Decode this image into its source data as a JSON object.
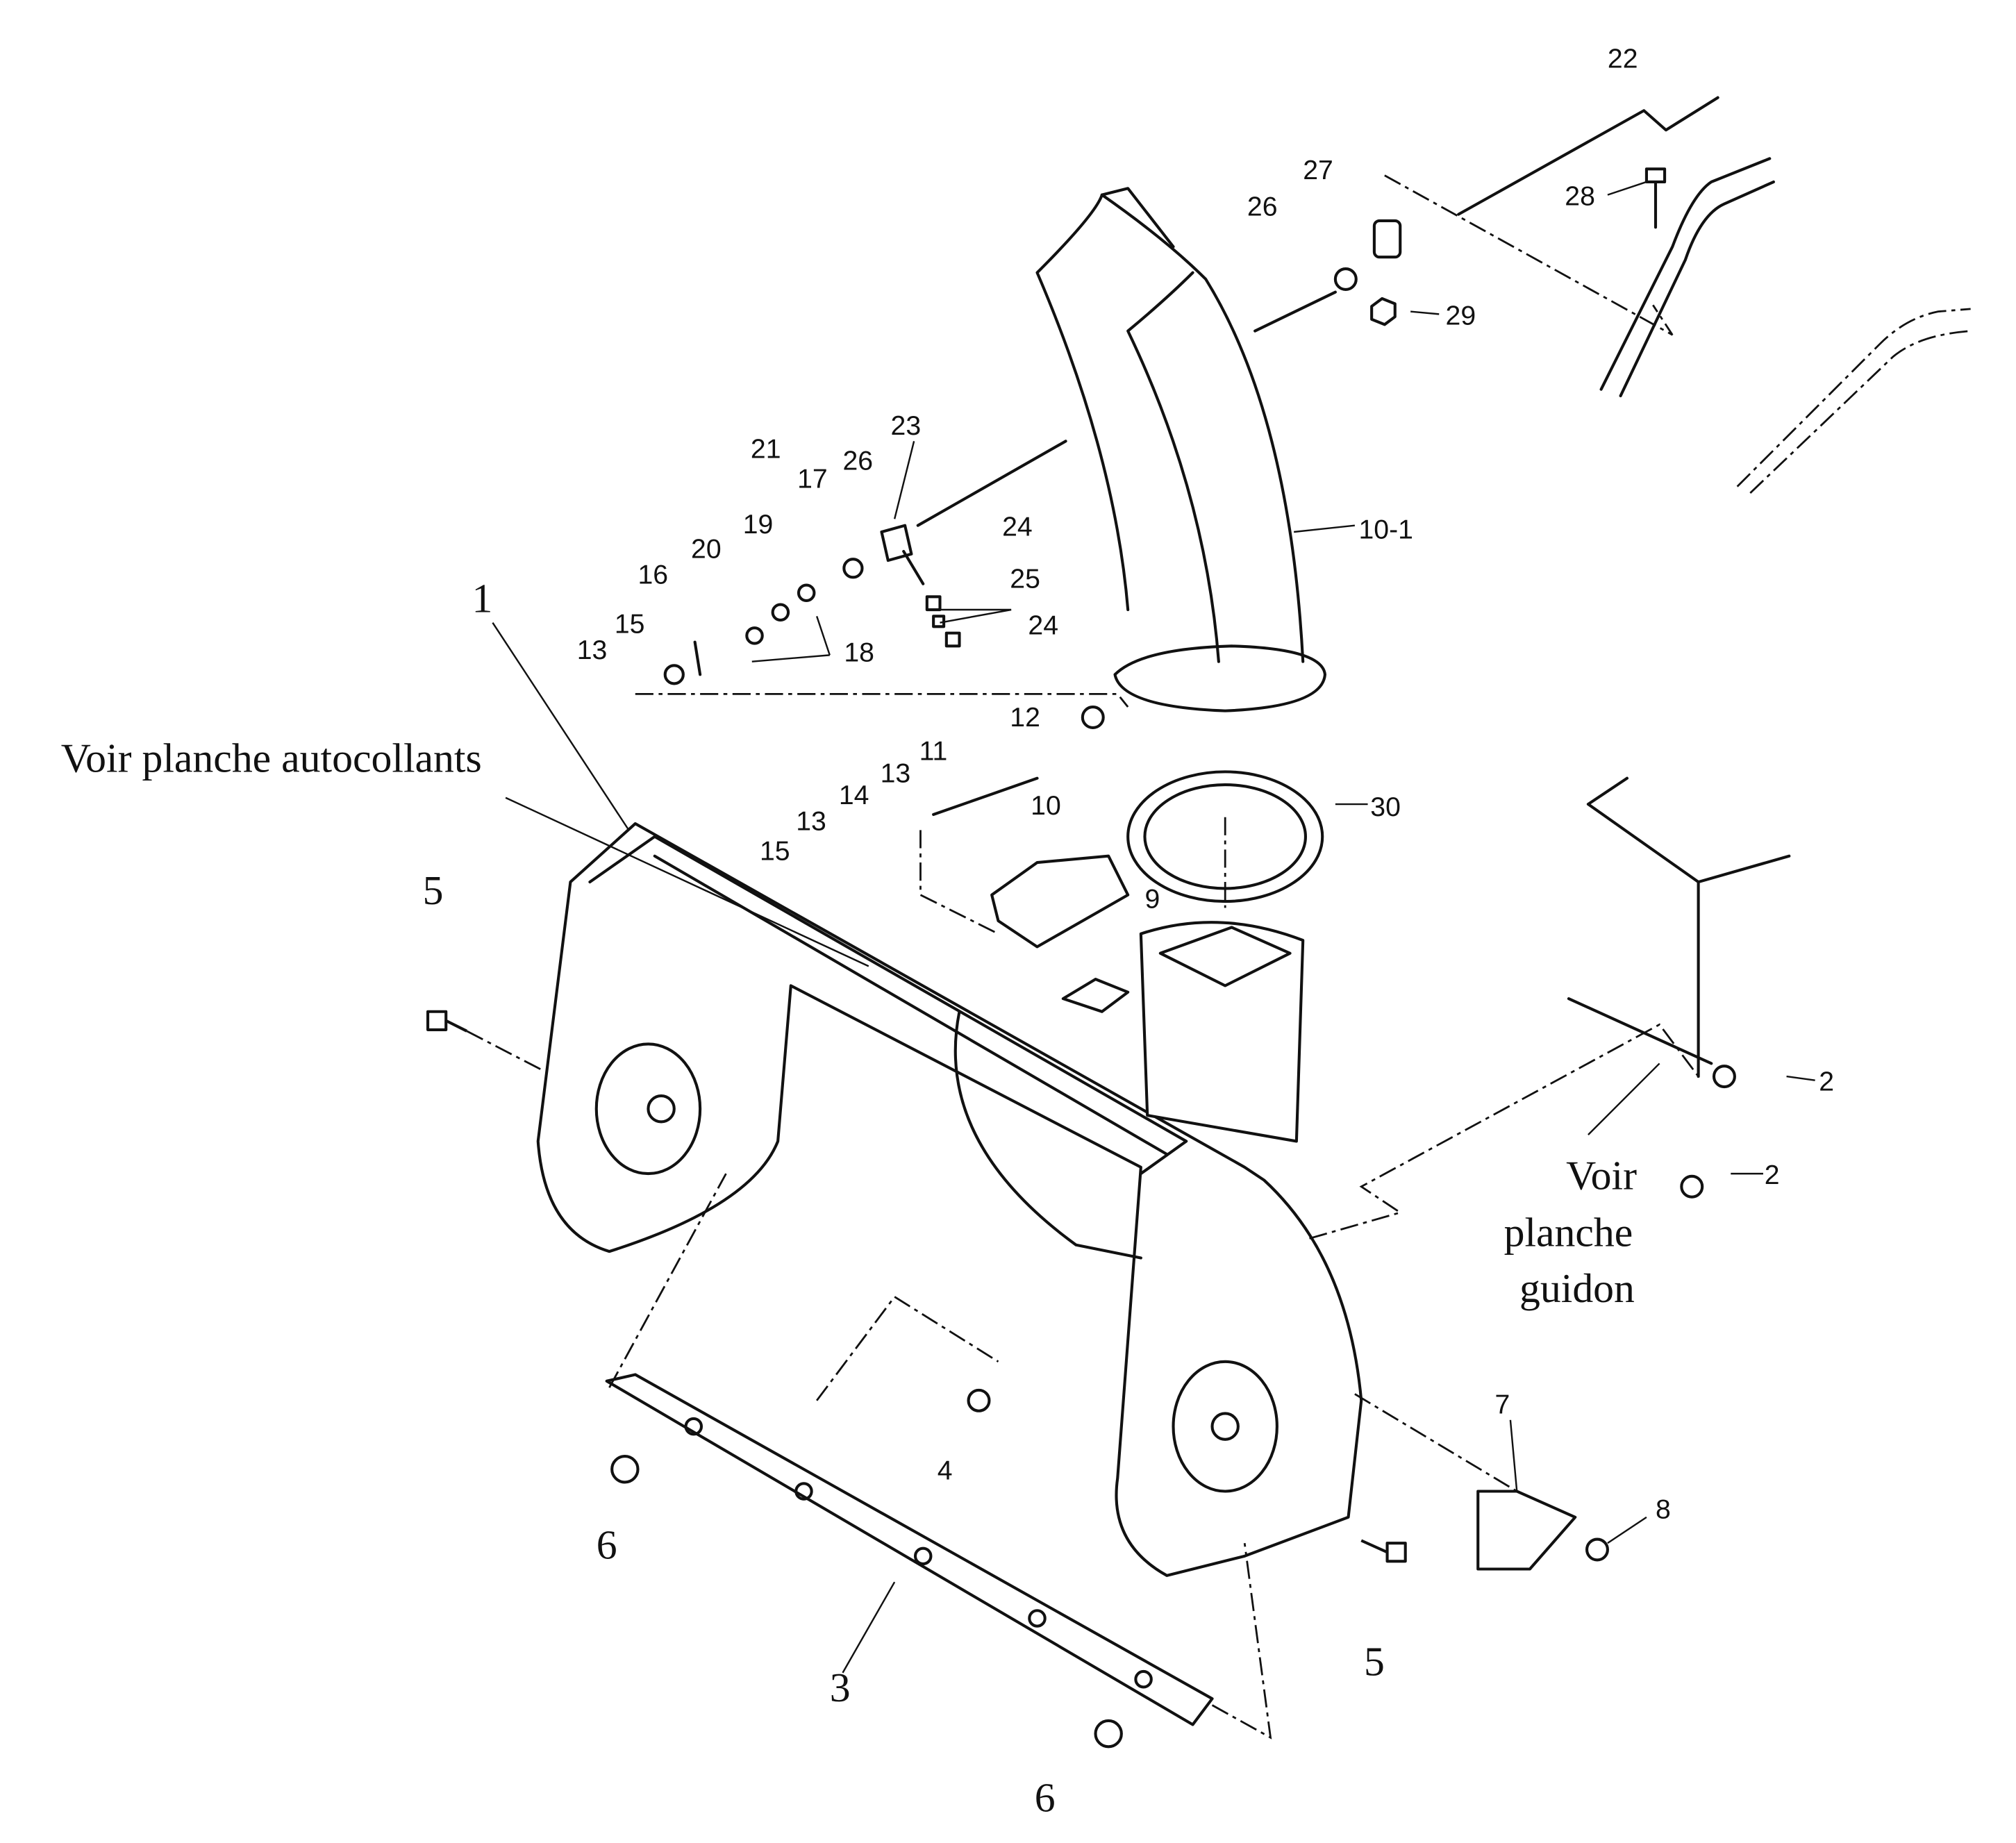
{
  "diagram": {
    "callouts": [
      "22",
      "27",
      "28",
      "26",
      "29",
      "23",
      "21",
      "26",
      "17",
      "19",
      "24",
      "10-1",
      "20",
      "25",
      "16",
      "15",
      "24",
      "18",
      "13",
      "1",
      "12",
      "11",
      "13",
      "14",
      "13",
      "30",
      "10",
      "15",
      "9",
      "5",
      "2",
      "2",
      "7",
      "8",
      "4",
      "6",
      "5",
      "3",
      "6"
    ],
    "notes": {
      "decals": "Voir planche autocollants",
      "handlebar_line1": "Voir",
      "handlebar_line2": "planche",
      "handlebar_line3": "guidon"
    }
  }
}
